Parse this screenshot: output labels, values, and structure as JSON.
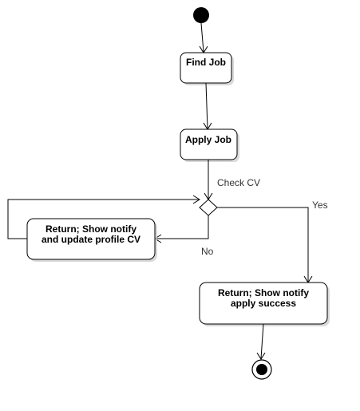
{
  "diagram": {
    "nodes": {
      "find_job": {
        "label": "Find Job"
      },
      "apply_job": {
        "label": "Apply Job"
      },
      "return_update": {
        "label_line1": "Return; Show notify",
        "label_line2": "and update profile CV"
      },
      "return_success": {
        "label_line1": "Return; Show notify",
        "label_line2": "apply success"
      }
    },
    "edges": {
      "check_cv": "Check CV",
      "yes": "Yes",
      "no": "No"
    }
  }
}
